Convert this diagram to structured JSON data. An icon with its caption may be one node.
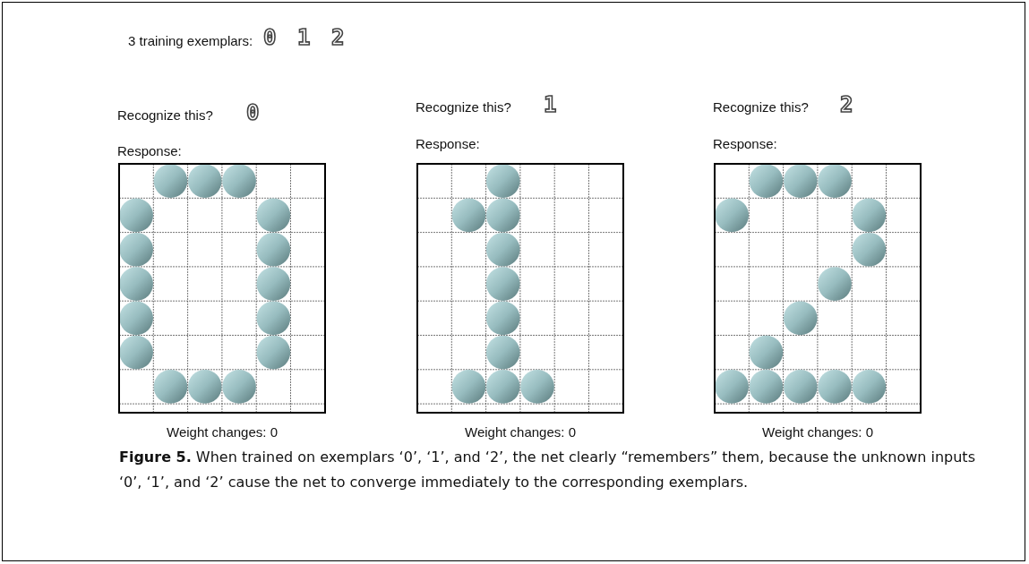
{
  "diagram": {
    "caption": "**Figure 5.** When trained on exemplars ‘0’, ‘1’, and ‘2’, the net clearly “remembers” them, because the unknown inputs ‘0’, ‘1’, and ‘2’ cause the net to converge immediately to the corresponding exemplars.",
    "labels": [
      "3 training exemplars:",
      "0",
      "1",
      "2",
      "Recognize this?",
      "0",
      "Recognize this?",
      "1",
      "Recognize this?",
      "2",
      "Response:",
      "Response:",
      "Response:",
      "Weight changes: 0",
      "Weight changes: 0",
      "Weight changes: 0"
    ]
  }
}
